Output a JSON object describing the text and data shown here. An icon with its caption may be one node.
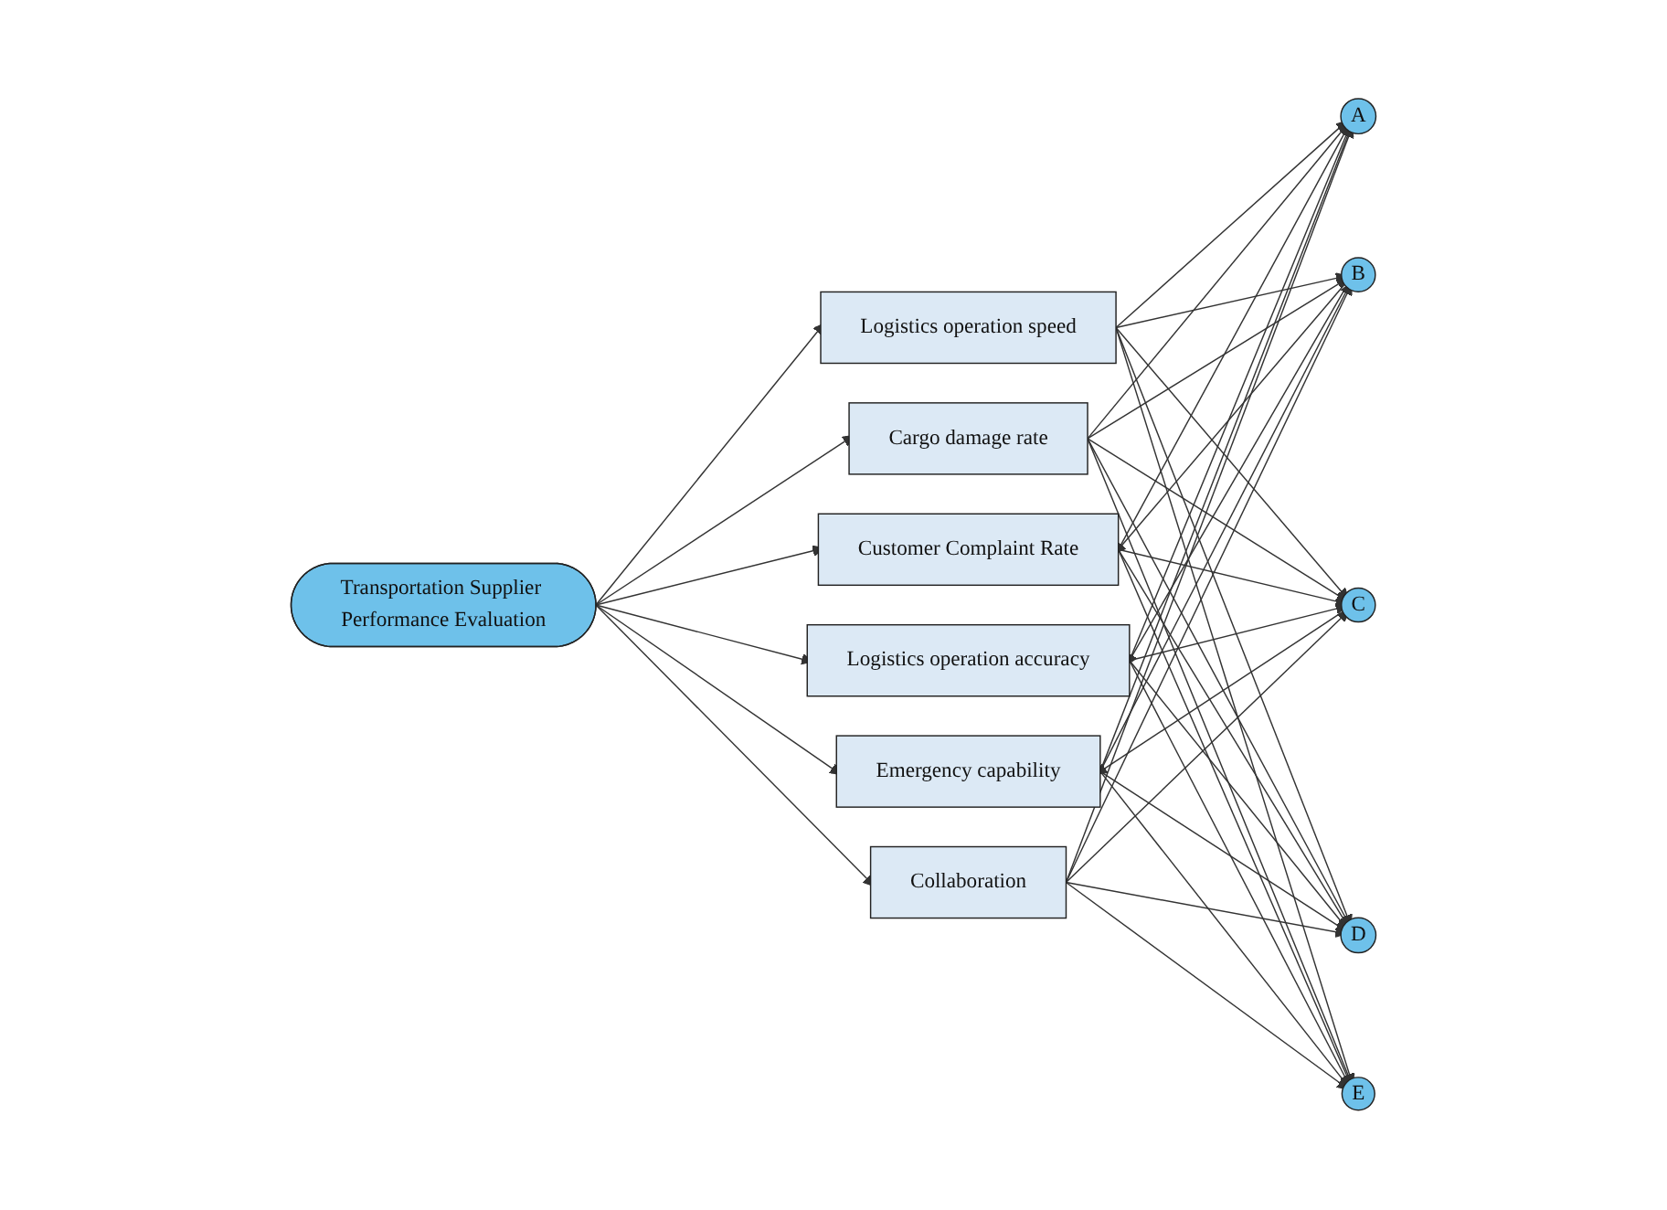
{
  "diagram": {
    "nodes": [
      {
        "text": [
          "Transportation Supplier Performance Evaluation"
        ]
      },
      {
        "text": [
          "Logistics operation speed"
        ]
      },
      {
        "text": [
          "Cargo damage rate"
        ]
      },
      {
        "text": [
          "Customer Complaint Rate"
        ]
      },
      {
        "text": [
          "Logistics operation accuracy"
        ]
      },
      {
        "text": [
          "Emergency capability"
        ]
      },
      {
        "text": [
          "Collaboration"
        ]
      },
      {
        "text": [
          "A"
        ]
      },
      {
        "text": [
          "B"
        ]
      },
      {
        "text": [
          "C"
        ]
      },
      {
        "text": [
          "D"
        ]
      },
      {
        "text": [
          "E"
        ]
      }
    ],
    "edges": [
      {
        "from": 0,
        "to": 1,
        "arrow": "to"
      },
      {
        "from": 0,
        "to": 2,
        "arrow": "to"
      },
      {
        "from": 0,
        "to": 3,
        "arrow": "to"
      },
      {
        "from": 0,
        "to": 4,
        "arrow": "to"
      },
      {
        "from": 0,
        "to": 5,
        "arrow": "to"
      },
      {
        "from": 0,
        "to": 6,
        "arrow": "to"
      },
      {
        "from": 1,
        "to": 7,
        "arrow": "to"
      },
      {
        "from": 1,
        "to": 8,
        "arrow": "to"
      },
      {
        "from": 1,
        "to": 9,
        "arrow": "to"
      },
      {
        "from": 1,
        "to": 10,
        "arrow": "to"
      },
      {
        "from": 1,
        "to": 11,
        "arrow": "to"
      },
      {
        "from": 2,
        "to": 7,
        "arrow": "to"
      },
      {
        "from": 2,
        "to": 8,
        "arrow": "to"
      },
      {
        "from": 2,
        "to": 9,
        "arrow": "to"
      },
      {
        "from": 2,
        "to": 10,
        "arrow": "to"
      },
      {
        "from": 2,
        "to": 11,
        "arrow": "to"
      },
      {
        "from": 3,
        "to": 7,
        "arrow": "to"
      },
      {
        "from": 8,
        "to": 3,
        "arrow": "to"
      },
      {
        "from": 3,
        "to": 9,
        "arrow": "to"
      },
      {
        "from": 3,
        "to": 10,
        "arrow": "to"
      },
      {
        "from": 3,
        "to": 11,
        "arrow": "to"
      },
      {
        "from": 4,
        "to": 7,
        "arrow": "to"
      },
      {
        "from": 8,
        "to": 4,
        "arrow": "to"
      },
      {
        "from": 4,
        "to": 9,
        "arrow": "to"
      },
      {
        "from": 4,
        "to": 10,
        "arrow": "to"
      },
      {
        "from": 4,
        "to": 11,
        "arrow": "to"
      },
      {
        "from": 5,
        "to": 7,
        "arrow": "to"
      },
      {
        "from": 5,
        "to": 8,
        "arrow": "to"
      },
      {
        "from": 9,
        "to": 5,
        "arrow": "to"
      },
      {
        "from": 5,
        "to": 10,
        "arrow": "to"
      },
      {
        "from": 5,
        "to": 11,
        "arrow": "to"
      },
      {
        "from": 6,
        "to": 7,
        "arrow": "to"
      },
      {
        "from": 6,
        "to": 8,
        "arrow": "to"
      },
      {
        "from": 6,
        "to": 9,
        "arrow": "to"
      },
      {
        "from": 6,
        "to": 10,
        "arrow": "to"
      },
      {
        "from": 6,
        "to": 11,
        "arrow": "to"
      }
    ]
  }
}
